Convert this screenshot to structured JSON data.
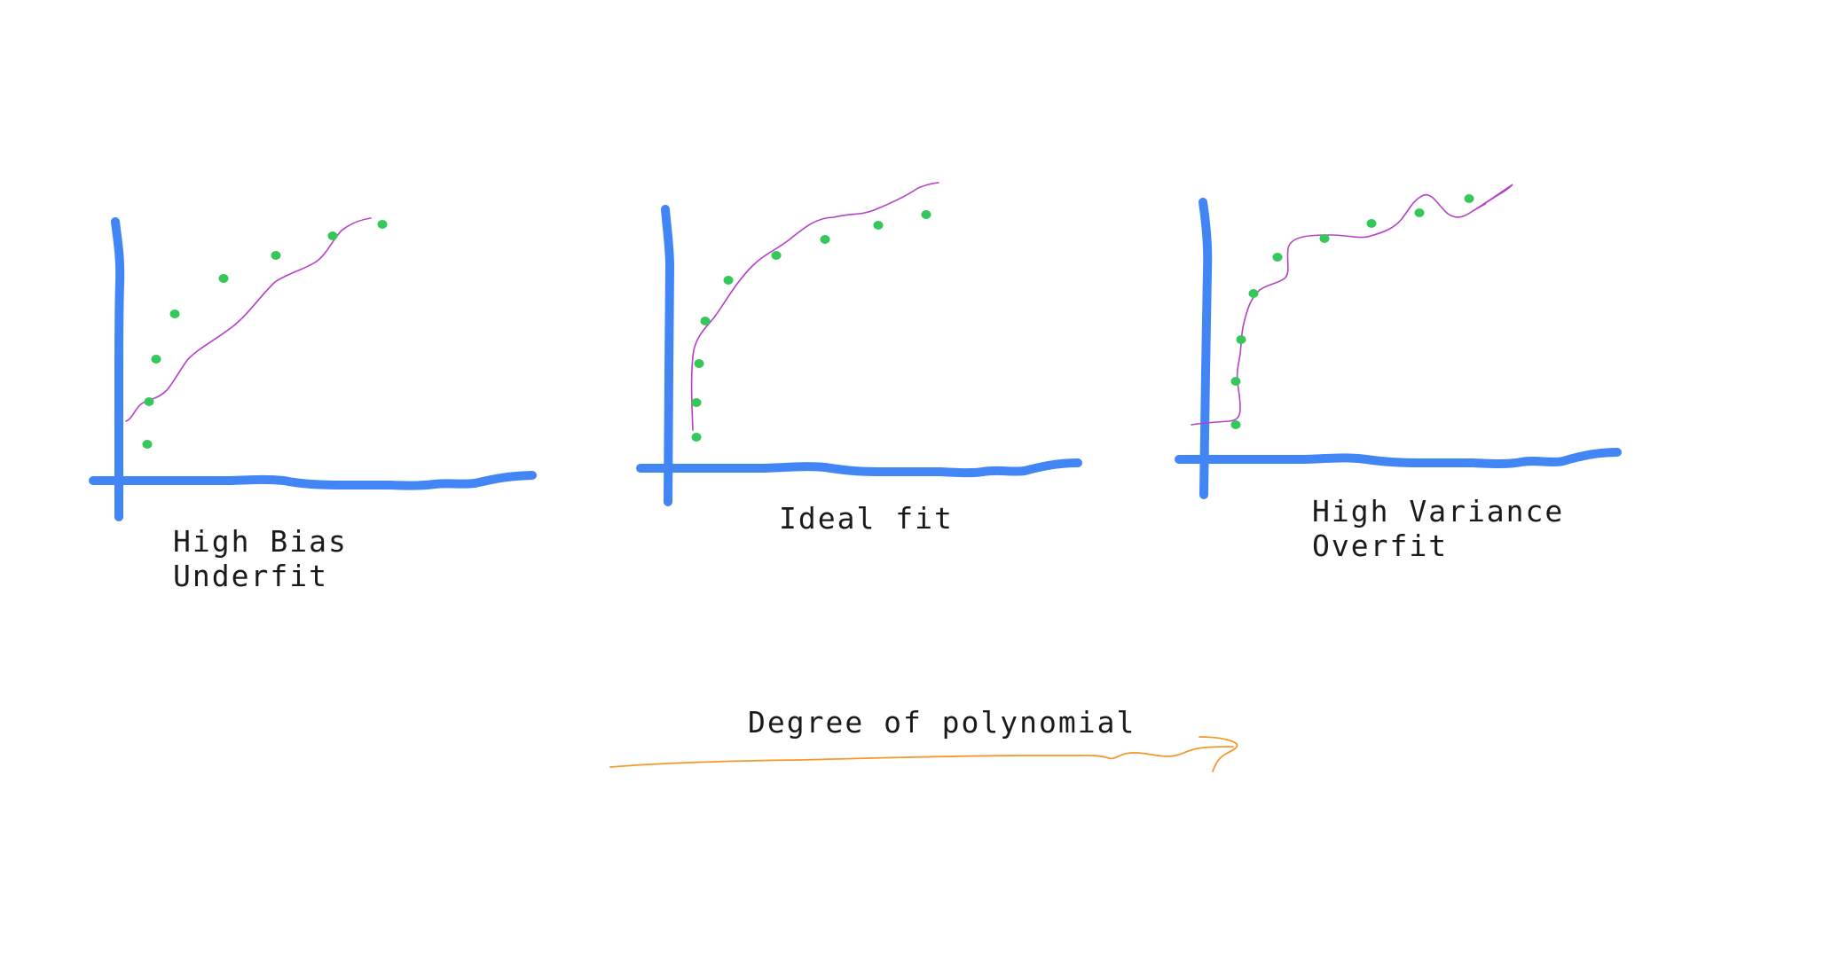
{
  "colors": {
    "axes": "#4285f4",
    "data_points": "#34c75a",
    "fit_curve": "#b63fc7",
    "arrow": "#f29a2e",
    "text": "#1a1a1a",
    "background": "#ffffff"
  },
  "panels": [
    {
      "id": "underfit",
      "title_line1": "High Bias",
      "title_line2": "Underfit"
    },
    {
      "id": "ideal",
      "title_line1": "Ideal fit",
      "title_line2": ""
    },
    {
      "id": "overfit",
      "title_line1": "High Variance",
      "title_line2": "Overfit"
    }
  ],
  "arrow": {
    "label": "Degree of polynomial"
  }
}
